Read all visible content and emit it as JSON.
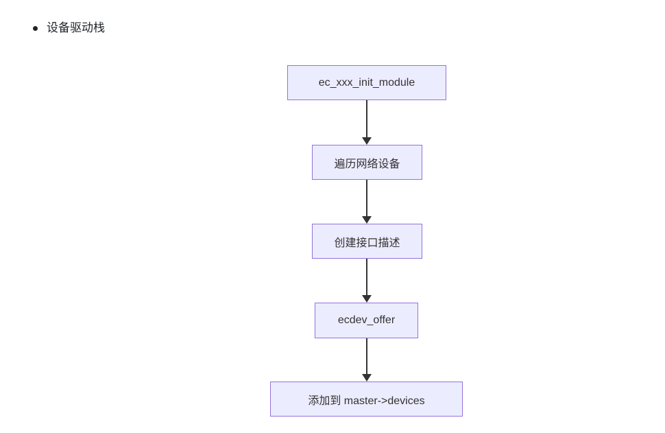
{
  "title": {
    "label": "设备驱动栈"
  },
  "diagram": {
    "type": "flowchart",
    "direction": "top-down",
    "colors": {
      "node_fill": "#ECECFF",
      "node_border": "#9370DB",
      "node_text": "#333333",
      "arrow": "#333333",
      "page_background": "#ffffff"
    },
    "nodes": [
      {
        "id": "n1",
        "label": "ec_xxx_init_module"
      },
      {
        "id": "n2",
        "label": "遍历网络设备"
      },
      {
        "id": "n3",
        "label": "创建接口描述"
      },
      {
        "id": "n4",
        "label": "ecdev_offer"
      },
      {
        "id": "n5",
        "label": "添加到 master->devices"
      }
    ],
    "edges": [
      {
        "from": "n1",
        "to": "n2"
      },
      {
        "from": "n2",
        "to": "n3"
      },
      {
        "from": "n3",
        "to": "n4"
      },
      {
        "from": "n4",
        "to": "n5"
      }
    ]
  }
}
